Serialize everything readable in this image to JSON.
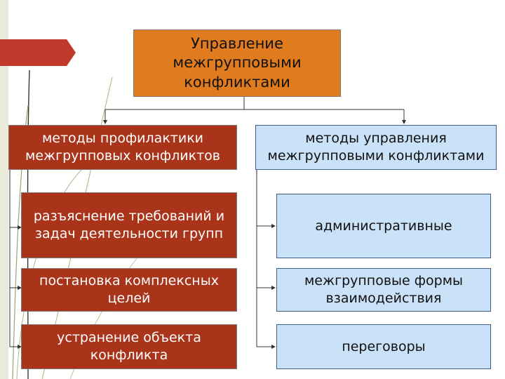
{
  "diagram": {
    "root": {
      "label": "Управление межгрупповыми конфликтами"
    },
    "left_branch": {
      "label": "методы профилактики межгрупповых конфликтов",
      "items": [
        "разъяснение требований и задач деятельности групп",
        "постановка комплексных целей",
        "устранение объекта конфликта"
      ]
    },
    "right_branch": {
      "label": "методы управления межгрупповыми конфликтами",
      "items": [
        "административные",
        "межгрупповые формы взаимодействия",
        "переговоры"
      ]
    }
  },
  "colors": {
    "root": "#e07c1e",
    "left": "#a9341a",
    "right": "#c9e2f7",
    "accent": "#c0392b"
  }
}
